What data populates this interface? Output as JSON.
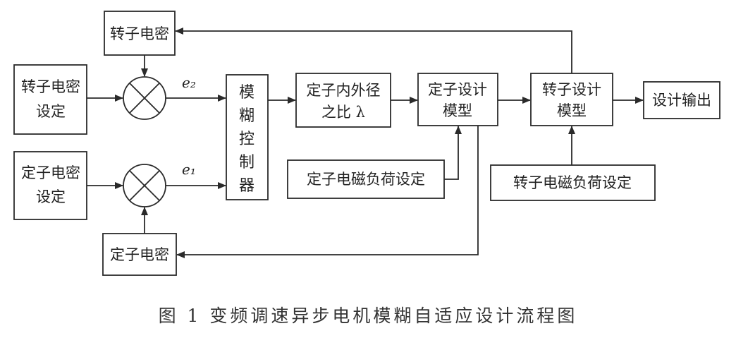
{
  "diagram": {
    "rotor_density_feedback": "转子电密",
    "rotor_density_setting": [
      "转子电密",
      "设定"
    ],
    "stator_density_setting": [
      "定子电密",
      "设定"
    ],
    "stator_density_feedback": "定子电密",
    "error_e2": "e₂",
    "error_e1": "e₁",
    "fuzzy_controller": [
      "模",
      "糊",
      "控",
      "制",
      "器"
    ],
    "diameter_ratio": [
      "定子内外径",
      "之比 λ"
    ],
    "stator_model": [
      "定子设计",
      "模型"
    ],
    "rotor_model": [
      "转子设计",
      "模型"
    ],
    "design_output": "设计输出",
    "stator_em_load": "定子电磁负荷设定",
    "rotor_em_load": "转子电磁负荷设定"
  },
  "caption": "图 1   变频调速异步电机模糊自适应设计流程图"
}
